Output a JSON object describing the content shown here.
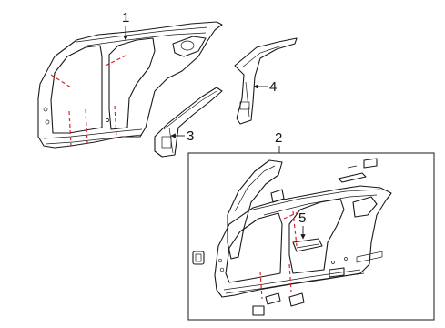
{
  "callouts": {
    "c1": "1",
    "c2": "2",
    "c3": "3",
    "c4": "4",
    "c5": "5"
  },
  "colors": {
    "linework": "#1a1a1a",
    "cut_lines": "#e0202a",
    "background": "#ffffff"
  }
}
